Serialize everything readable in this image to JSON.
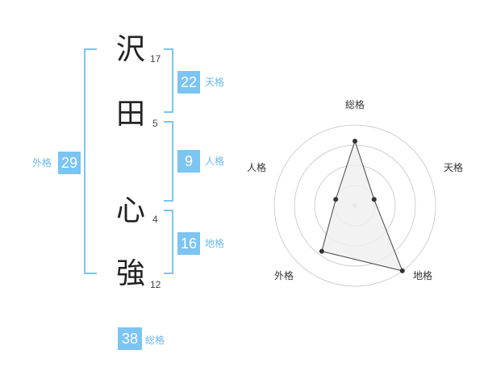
{
  "name": {
    "chars": [
      "沢",
      "田",
      "心",
      "強"
    ],
    "strokes": [
      "17",
      "5",
      "4",
      "12"
    ]
  },
  "fortunes": {
    "tenkaku": {
      "value": "22",
      "label": "天格"
    },
    "jinkaku": {
      "value": "9",
      "label": "人格"
    },
    "chikaku": {
      "value": "16",
      "label": "地格"
    },
    "gaikaku": {
      "value": "29",
      "label": "外格"
    },
    "soukaku": {
      "value": "38",
      "label": "総格"
    }
  },
  "chart_data": {
    "type": "radar",
    "axes": [
      "総格",
      "天格",
      "地格",
      "外格",
      "人格"
    ],
    "values": [
      0.8,
      0.25,
      1.0,
      0.7,
      0.25
    ],
    "rings": 4,
    "colors": {
      "fill": "#efefef",
      "stroke": "#444444",
      "grid": "#d0d0d0",
      "point": "#333333"
    }
  }
}
